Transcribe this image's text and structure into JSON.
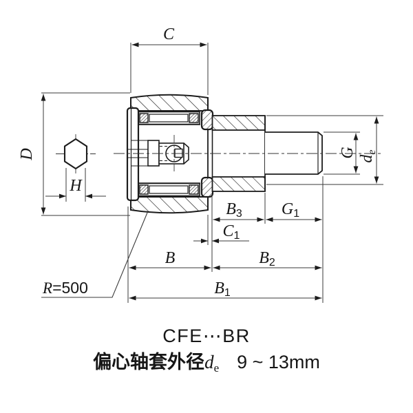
{
  "drawing_type": "bearing-cross-section-dimension-drawing",
  "labels": {
    "c": "C",
    "d": "D",
    "h": "H",
    "g": "G",
    "de": {
      "base": "d",
      "sub": "e"
    },
    "b": "B",
    "b1": {
      "base": "B",
      "sub": "1"
    },
    "b2": {
      "base": "B",
      "sub": "2"
    },
    "b3": {
      "base": "B",
      "sub": "3"
    },
    "c1": {
      "base": "C",
      "sub": "1"
    },
    "g1": {
      "base": "G",
      "sub": "1"
    },
    "radius": {
      "var": "R",
      "rest": "=500"
    }
  },
  "caption": {
    "model": "CFE⋯BR",
    "desc_prefix": "偏心轴套外径",
    "desc_var": "d",
    "desc_var_sub": "e",
    "desc_range": "9 ~ 13mm"
  },
  "colors": {
    "background": "#ffffff",
    "outline": "#1c1c1c",
    "dimension_line": "#3a3a3a"
  }
}
